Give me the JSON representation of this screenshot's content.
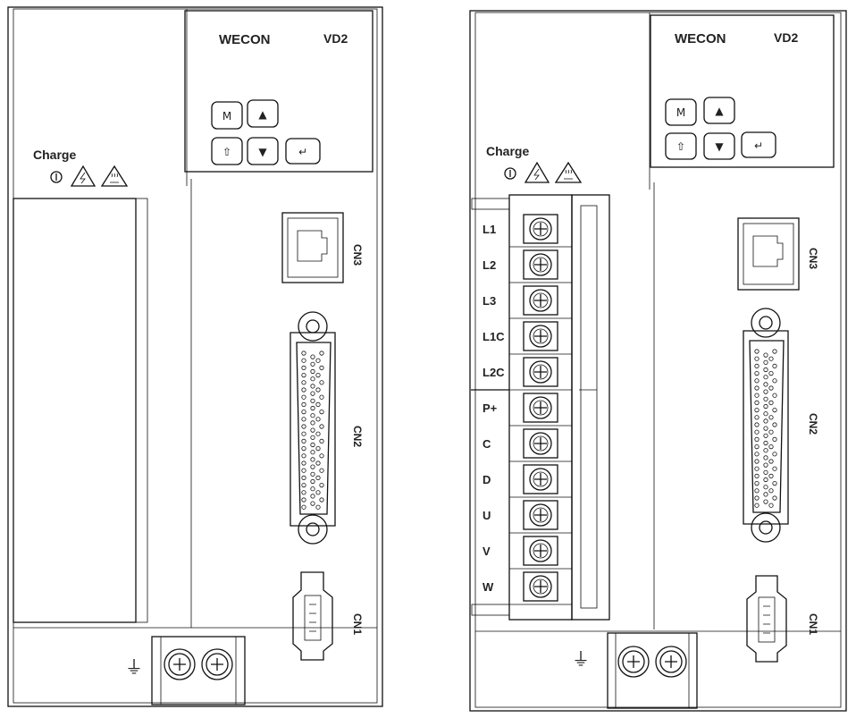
{
  "brand": "WECON",
  "model": "VD2",
  "charge_label": "Charge",
  "buttons": [
    {
      "id": "m",
      "glyph": "M"
    },
    {
      "id": "up",
      "glyph": "▲"
    },
    {
      "id": "shift",
      "glyph": "⇧"
    },
    {
      "id": "down",
      "glyph": "▼"
    },
    {
      "id": "enter",
      "glyph": "↵"
    }
  ],
  "connectors": {
    "cn3": "CN3",
    "cn2": "CN2",
    "cn1": "CN1"
  },
  "terminals": [
    "L1",
    "L2",
    "L3",
    "L1C",
    "L2C",
    "P+",
    "C",
    "D",
    "U",
    "V",
    "W"
  ],
  "ground_symbol": "⏚"
}
